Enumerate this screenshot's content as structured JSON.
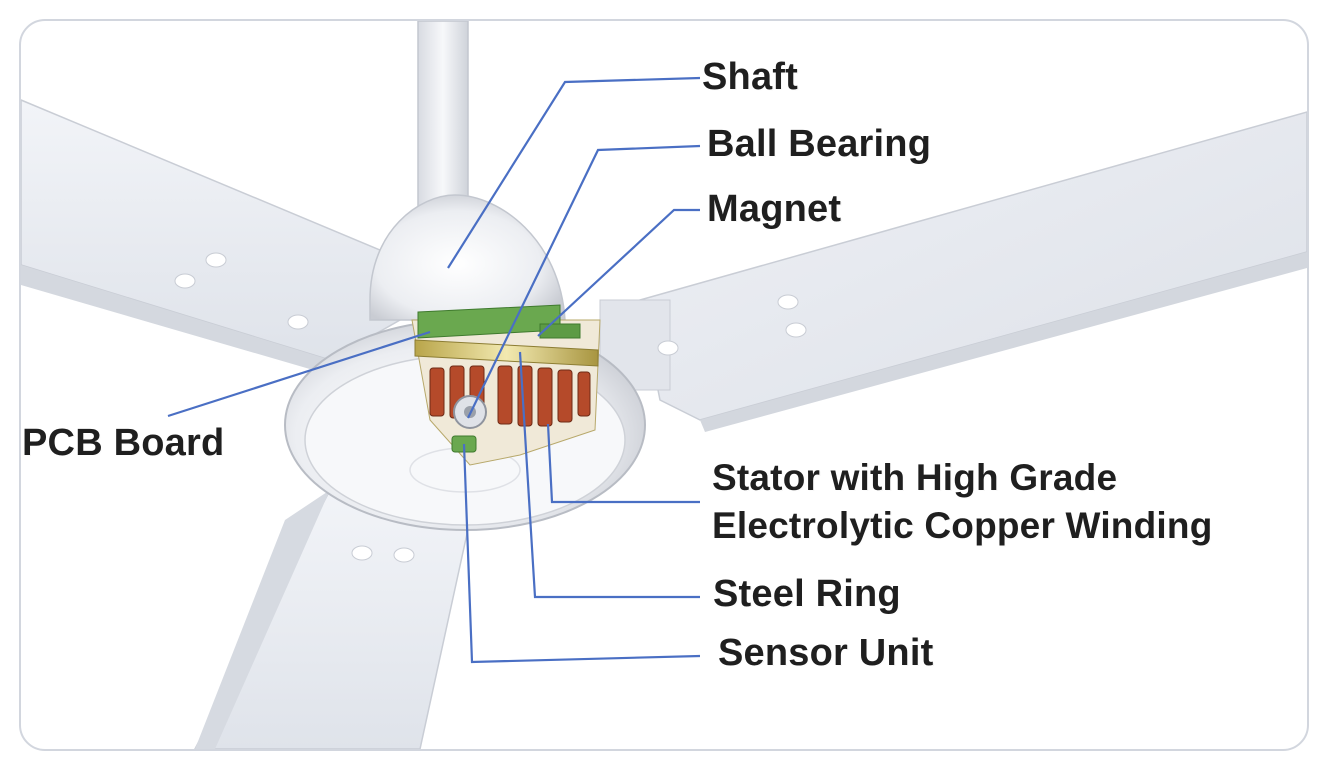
{
  "labels": {
    "shaft": "Shaft",
    "ball_bearing": "Ball Bearing",
    "magnet": "Magnet",
    "pcb_board": "PCB Board",
    "stator_line1": "Stator with High Grade",
    "stator_line2": "Electrolytic Copper Winding",
    "steel_ring": "Steel Ring",
    "sensor_unit": "Sensor Unit"
  },
  "colors": {
    "leader_line": "#4a6fc4",
    "label_text": "#1f1f1f",
    "blade": "#e9ecf2",
    "housing": "#f1f2f5",
    "copper": "#b54a2a",
    "pcb": "#6aa84f"
  }
}
